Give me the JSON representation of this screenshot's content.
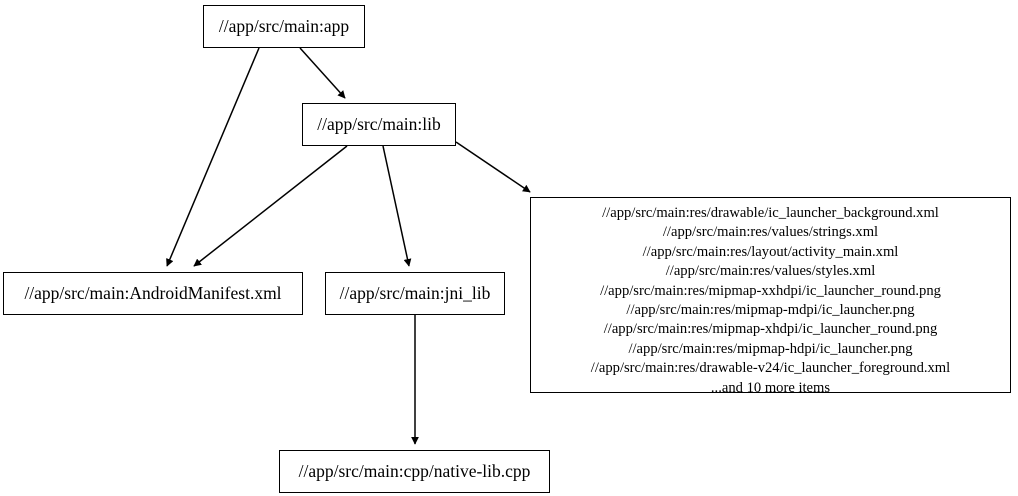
{
  "graph": {
    "type": "directed-dependency-graph",
    "background_color": "#ffffff",
    "node_border_color": "#000000",
    "text_color": "#000000",
    "edge_color": "#000000",
    "nodes": [
      {
        "id": "app",
        "label": "//app/src/main:app"
      },
      {
        "id": "lib",
        "label": "//app/src/main:lib"
      },
      {
        "id": "manifest",
        "label": "//app/src/main:AndroidManifest.xml"
      },
      {
        "id": "jni_lib",
        "label": "//app/src/main:jni_lib"
      },
      {
        "id": "native_lib",
        "label": "//app/src/main:cpp/native-lib.cpp"
      },
      {
        "id": "res",
        "lines": [
          "//app/src/main:res/drawable/ic_launcher_background.xml",
          "//app/src/main:res/values/strings.xml",
          "//app/src/main:res/layout/activity_main.xml",
          "//app/src/main:res/values/styles.xml",
          "//app/src/main:res/mipmap-xxhdpi/ic_launcher_round.png",
          "//app/src/main:res/mipmap-mdpi/ic_launcher.png",
          "//app/src/main:res/mipmap-xhdpi/ic_launcher_round.png",
          "//app/src/main:res/mipmap-hdpi/ic_launcher.png",
          "//app/src/main:res/drawable-v24/ic_launcher_foreground.xml",
          "...and 10 more items"
        ]
      }
    ],
    "edges": [
      {
        "from": "app",
        "to": "lib"
      },
      {
        "from": "app",
        "to": "manifest"
      },
      {
        "from": "lib",
        "to": "manifest"
      },
      {
        "from": "lib",
        "to": "jni_lib"
      },
      {
        "from": "lib",
        "to": "res"
      },
      {
        "from": "jni_lib",
        "to": "native_lib"
      }
    ]
  }
}
